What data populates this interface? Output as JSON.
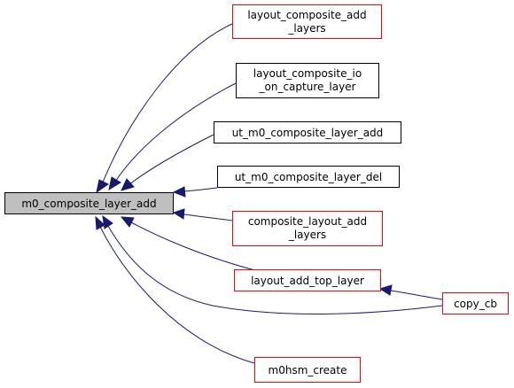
{
  "colors": {
    "edge": "#191970",
    "box_border_black": "#000000",
    "box_border_red": "#ff0000",
    "root_fill": "#bfbfbf"
  },
  "nodes": {
    "root": {
      "label": "m0_composite_layer_add"
    },
    "layout_composite_add_layers": {
      "lines": [
        "layout_composite_add",
        "_layers"
      ]
    },
    "layout_composite_io_on_capture_layer": {
      "lines": [
        "layout_composite_io",
        "_on_capture_layer"
      ]
    },
    "ut_m0_composite_layer_add": {
      "label": "ut_m0_composite_layer_add"
    },
    "ut_m0_composite_layer_del": {
      "label": "ut_m0_composite_layer_del"
    },
    "composite_layout_add_layers": {
      "lines": [
        "composite_layout_add",
        "_layers"
      ]
    },
    "layout_add_top_layer": {
      "label": "layout_add_top_layer"
    },
    "m0hsm_create": {
      "label": "m0hsm_create"
    },
    "copy_cb": {
      "label": "copy_cb"
    }
  }
}
